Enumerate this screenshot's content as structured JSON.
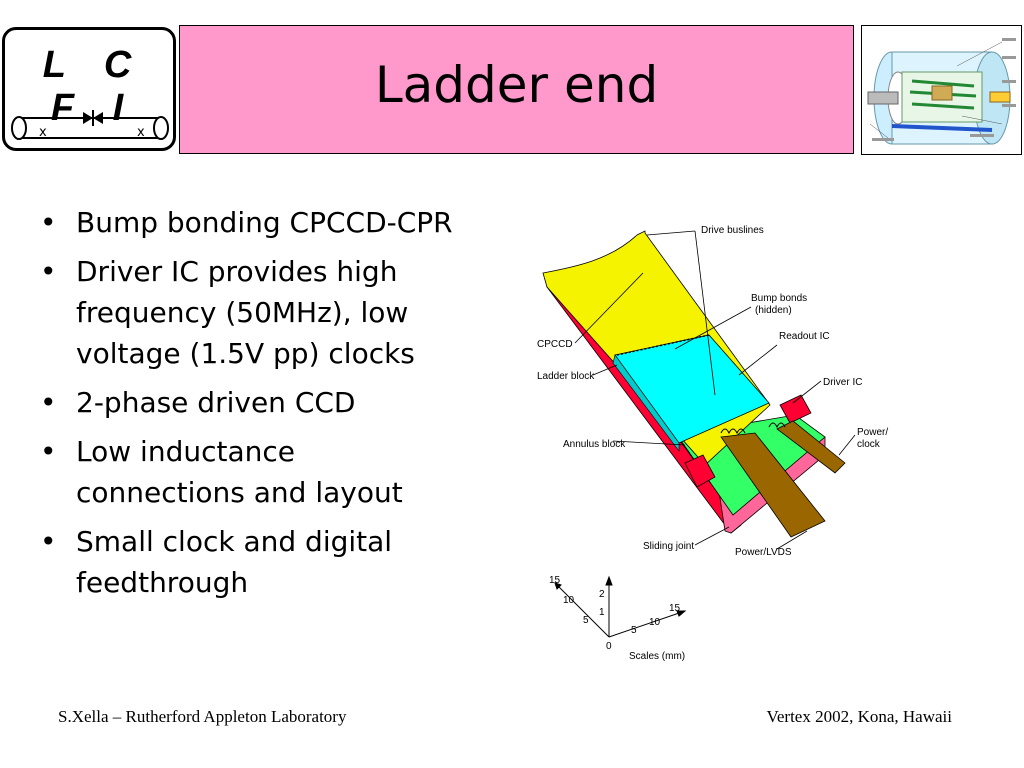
{
  "logo": {
    "text": "L C F I"
  },
  "title": "Ladder end",
  "bullets": [
    "Bump bonding CPCCD-CPR",
    "Driver IC provides high frequency (50MHz), low voltage (1.5V pp) clocks",
    "2-phase driven CCD",
    "Low inductance connections and layout",
    "Small clock and digital feedthrough"
  ],
  "diagram": {
    "labels": {
      "drive_buslines": "Drive buslines",
      "bump_bonds_1": "Bump bonds",
      "bump_bonds_2": "(hidden)",
      "readout_ic": "Readout IC",
      "cpccd": "CPCCD",
      "ladder_block": "Ladder block",
      "driver_ic": "Driver IC",
      "annulus_block": "Annulus block",
      "power_clock_1": "Power/",
      "power_clock_2": "clock",
      "sliding_joint": "Sliding joint",
      "power_lvds": "Power/LVDS",
      "scales": "Scales (mm)"
    },
    "scale_ticks": {
      "left": [
        "15",
        "10",
        "5"
      ],
      "up": [
        "2",
        "1"
      ],
      "right": [
        "5",
        "10",
        "15"
      ],
      "origin": "0"
    },
    "colors": {
      "yellow": "#f5f300",
      "cyan": "#00ffff",
      "green": "#33ff66",
      "red": "#ff0033",
      "pink": "#ff6699",
      "brown": "#996600"
    }
  },
  "footer": {
    "left": "S.Xella – Rutherford Appleton Laboratory",
    "right": "Vertex 2002, Kona, Hawaii"
  }
}
